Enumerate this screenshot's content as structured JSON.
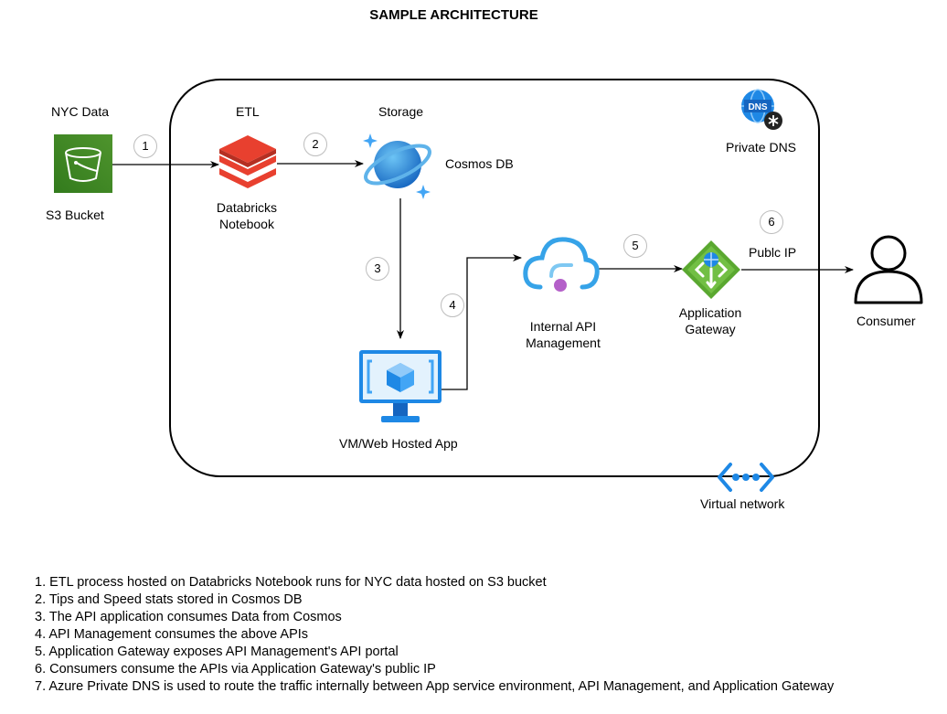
{
  "title": "SAMPLE ARCHITECTURE",
  "nodes": {
    "nyc": {
      "top_label": "NYC Data",
      "bottom_label": "S3 Bucket",
      "icon": "s3-bucket-icon"
    },
    "etl": {
      "top_label": "ETL",
      "bottom_label_1": "Databricks",
      "bottom_label_2": "Notebook",
      "icon": "databricks-icon"
    },
    "storage": {
      "top_label": "Storage",
      "side_label": "Cosmos DB",
      "icon": "cosmos-db-icon"
    },
    "dns": {
      "label": "Private DNS",
      "icon": "private-dns-icon"
    },
    "vm": {
      "label": "VM/Web Hosted App",
      "icon": "virtual-machine-icon"
    },
    "apim": {
      "label_1": "Internal API",
      "label_2": "Management",
      "icon": "api-management-icon"
    },
    "gateway": {
      "label_1": "Application",
      "label_2": "Gateway",
      "icon": "application-gateway-icon"
    },
    "public_ip": {
      "label": "Publc IP"
    },
    "consumer": {
      "label": "Consumer",
      "icon": "user-icon"
    },
    "vnet": {
      "label": "Virtual network",
      "icon": "virtual-network-icon"
    }
  },
  "steps": [
    "1",
    "2",
    "3",
    "4",
    "5",
    "6"
  ],
  "notes": [
    "1. ETL process hosted on Databricks Notebook runs for NYC data hosted on S3 bucket",
    "2. Tips and Speed stats stored in Cosmos DB",
    "3. The API application consumes Data from Cosmos",
    "4. API Management consumes the above APIs",
    "5. Application Gateway exposes API Management's API portal",
    "6. Consumers consume the APIs via Application Gateway's public IP",
    "7. Azure Private DNS is used to route the traffic internally between App service environment, API Management, and Application Gateway"
  ],
  "colors": {
    "s3_green": "#3f8624",
    "databricks_red": "#e8402f",
    "azure_blue": "#1e88e5",
    "gateway_green": "#5aa830",
    "apim_purple": "#b460c9"
  }
}
